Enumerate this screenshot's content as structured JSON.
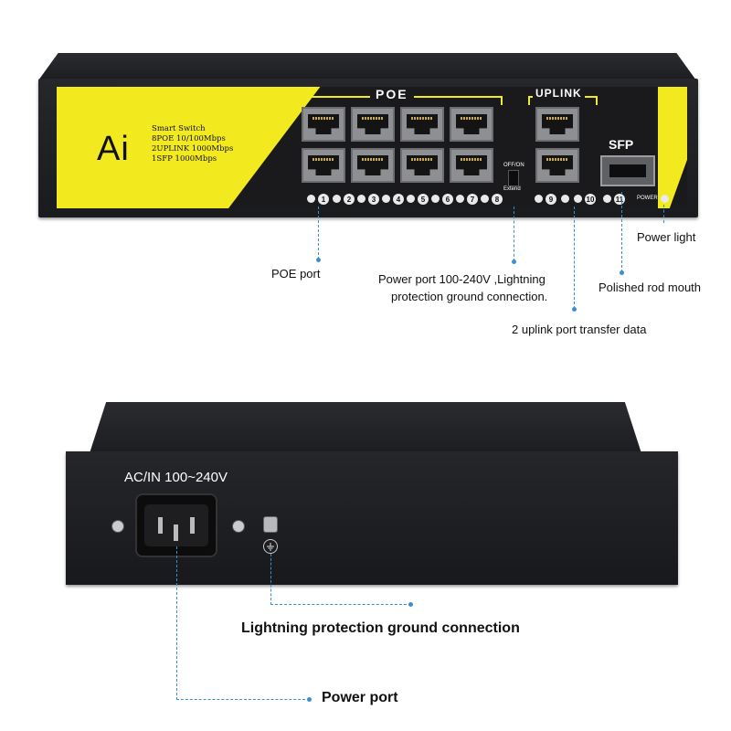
{
  "front": {
    "brand": "Ai",
    "brand_lines": [
      "Smart Switch",
      "8POE 10/100Mbps",
      "2UPLINK 1000Mbps",
      "1SFP 1000Mbps"
    ],
    "poe_label": "POE",
    "uplink_label": "UPLINK",
    "sfp_label": "SFP",
    "switch_top": "OFF/ON",
    "switch_bottom": "Extend",
    "power_led_label": "POWER",
    "port_numbers": [
      "1",
      "2",
      "3",
      "4",
      "5",
      "6",
      "7",
      "8",
      "9",
      "10",
      "11"
    ]
  },
  "callouts": {
    "poe_port": "POE port",
    "power_port_line1": "Power port 100-240V ,Lightning",
    "power_port_line2": "protection ground connection.",
    "uplink": "2 uplink port transfer data",
    "power_light": "Power light",
    "polished_rod": "Polished rod mouth",
    "lightning": "Lightning protection ground connection",
    "power_port": "Power port"
  },
  "rear": {
    "ac_label": "AC/IN 100~240V"
  },
  "colors": {
    "panel_yellow": "#f2ea1e",
    "callout_blue": "#3b8fcf",
    "chassis": "#1d1e21"
  }
}
